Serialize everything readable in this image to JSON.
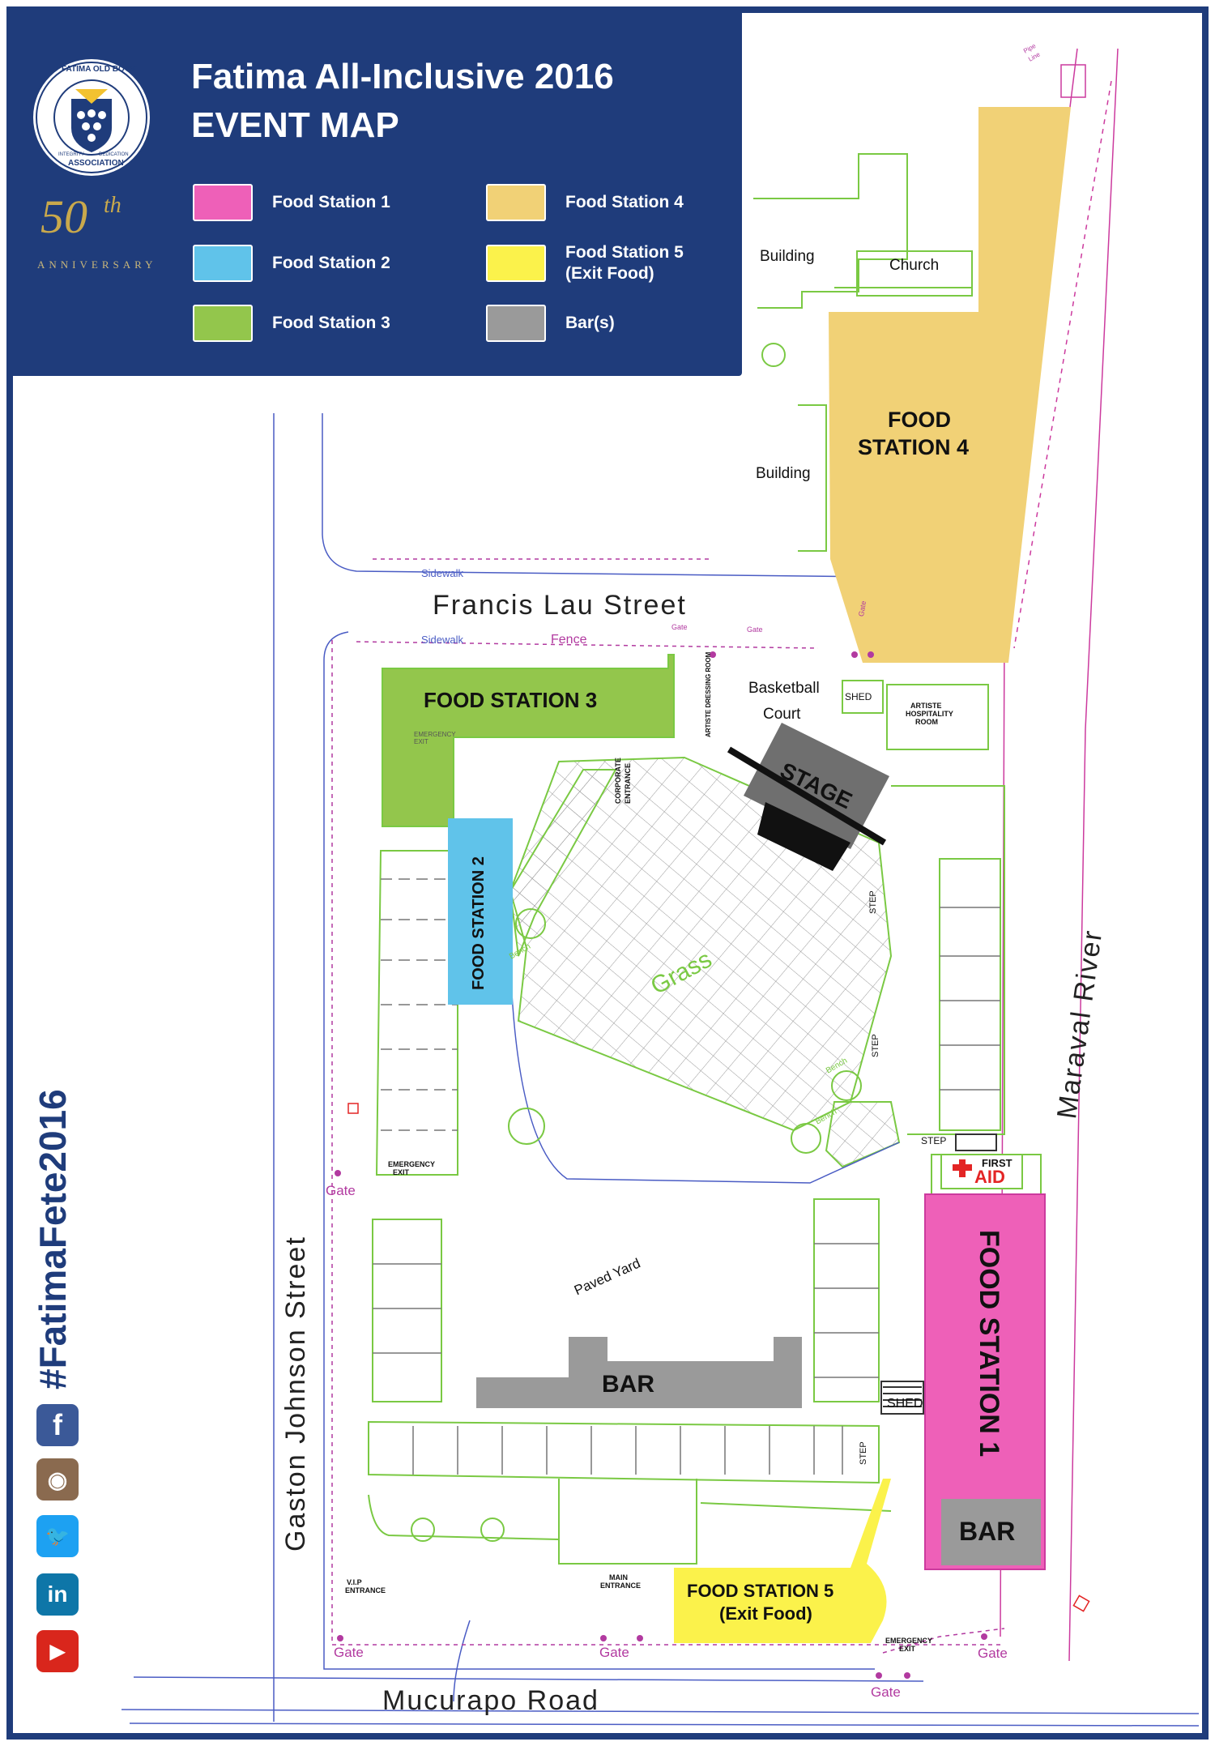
{
  "header": {
    "title_line1": "Fatima All-Inclusive 2016",
    "title_line2": "EVENT MAP",
    "logo": {
      "ring_text_top": "FATIMA OLD BOYS'",
      "ring_text_bottom": "ASSOCIATION",
      "motto_left": "INTEGRITY",
      "motto_right": "DEDICATION"
    },
    "anniversary": {
      "number": "50",
      "suffix": "th",
      "word": "ANNIVERSARY"
    }
  },
  "legend": [
    {
      "label": "Food Station 1",
      "color": "#ee60b8"
    },
    {
      "label": "Food Station 2",
      "color": "#60c3ea"
    },
    {
      "label": "Food Station 3",
      "color": "#93c64c"
    },
    {
      "label": "Food Station 4",
      "color": "#f1d176"
    },
    {
      "label": "Food Station 5\n(Exit Food)",
      "color": "#fbf24b"
    },
    {
      "label": "Bar(s)",
      "color": "#9a9a9a"
    }
  ],
  "streets": {
    "francis_lau": "Francis Lau  Street",
    "gaston_johnson": "Gaston  Johnson  Street",
    "mucurapo": "Mucurapo  Road",
    "maraval_river": "Maraval  River"
  },
  "zones": {
    "food_station_1": "FOOD STATION 1",
    "food_station_2": "FOOD STATION 2",
    "food_station_3": "FOOD STATION 3",
    "food_station_4_line1": "FOOD",
    "food_station_4_line2": "STATION 4",
    "food_station_5_line1": "FOOD STATION 5",
    "food_station_5_line2": "(Exit Food)",
    "bar_main": "BAR",
    "bar_side": "BAR",
    "stage": "STAGE",
    "first_aid_line1": "FIRST",
    "first_aid_line2": "AID"
  },
  "labels": {
    "building": "Building",
    "church": "Church",
    "basketball_line1": "Basketball",
    "basketball_line2": "Court",
    "shed": "SHED",
    "artiste_hospitality_line1": "ARTISTE",
    "artiste_hospitality_line2": "HOSPITALITY",
    "artiste_hospitality_line3": "ROOM",
    "artiste_dressing": "ARTISTE DRESSING ROOM",
    "corporate_line1": "CORPORATE",
    "corporate_line2": "ENTRANCE",
    "grass": "Grass",
    "paved_yard": "Paved Yard",
    "step": "STEP",
    "bench": "Bench",
    "emergency_exit_line1": "EMERGENCY",
    "emergency_exit_line2": "EXIT",
    "vip_line1": "V.I.P",
    "vip_line2": "ENTRANCE",
    "main_line1": "MAIN",
    "main_line2": "ENTRANCE",
    "gate": "Gate",
    "sidewalk": "Sidewalk",
    "fence": "Fence",
    "pipe_line_line1": "Pipe",
    "pipe_line_line2": "Line"
  },
  "hashtag": "#FatimaFete2016",
  "social": [
    {
      "icon": "facebook-icon",
      "glyph": "f",
      "color": "#3b5998"
    },
    {
      "icon": "instagram-icon",
      "glyph": "◉",
      "color": "#8a6a4f"
    },
    {
      "icon": "twitter-icon",
      "glyph": "🐦",
      "color": "#1da1f2"
    },
    {
      "icon": "linkedin-icon",
      "glyph": "in",
      "color": "#0e76a8"
    },
    {
      "icon": "youtube-icon",
      "glyph": "▶",
      "color": "#d9261c"
    }
  ]
}
